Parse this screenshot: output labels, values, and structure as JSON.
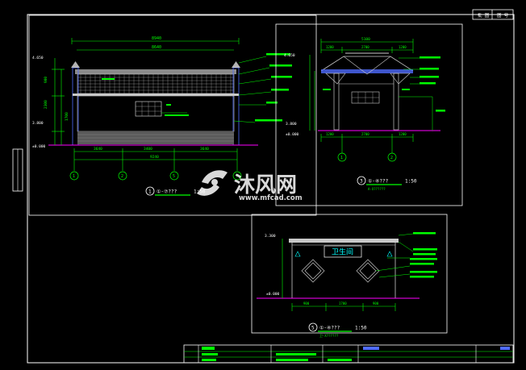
{
  "drawing": {
    "frame_stamp": [
      "批 图",
      "图 号"
    ],
    "views": {
      "front": {
        "title_no": "1",
        "title_text": "①-⑦???",
        "scale": "1:50",
        "dim_top_total": "8940",
        "dim_top_sub": "8640",
        "dim_bottom": [
          "3640",
          "3400",
          "3640"
        ],
        "dim_bottom_total": "9240",
        "axis_labels": [
          "1",
          "2",
          "5",
          "7"
        ],
        "level_left": [
          "4.650",
          "3.800",
          "±0.000"
        ],
        "left_dims": [
          "900",
          "2300",
          "1700"
        ]
      },
      "side": {
        "title_no": "3",
        "title_text": "①-④???",
        "scale": "1:50",
        "subtitle": "A-X??????",
        "dim_top_total": "5100",
        "dim_top_sub": [
          "1200",
          "2700",
          "1200"
        ],
        "dim_bottom": [
          "1200",
          "2700",
          "1200"
        ],
        "axis_labels": [
          "1",
          "2"
        ],
        "level_left": [
          "4.650",
          "3.800",
          "±0.000"
        ]
      },
      "toilet": {
        "title_no": "5",
        "title_text": "①-④???",
        "scale": "1:50",
        "subtitle": "卫-X??????",
        "sign": "卫生间",
        "dim_bottom": [
          "900",
          "1700",
          "900"
        ],
        "level_left": [
          "3.300",
          "±0.000"
        ]
      }
    },
    "watermark": {
      "brand": "沐风网",
      "url": "www.mfcad.com"
    }
  },
  "colors": {
    "background": "#000000",
    "frame": "#ffffff",
    "outline": "#c8c8c8",
    "dimension": "#00ff00",
    "magenta": "#ff00ff",
    "cyan": "#00ffff",
    "blue": "#4f6cff",
    "yellow": "#ffff00",
    "grey_hatch": "#8a8a8a",
    "watermark": "#ffffff"
  }
}
